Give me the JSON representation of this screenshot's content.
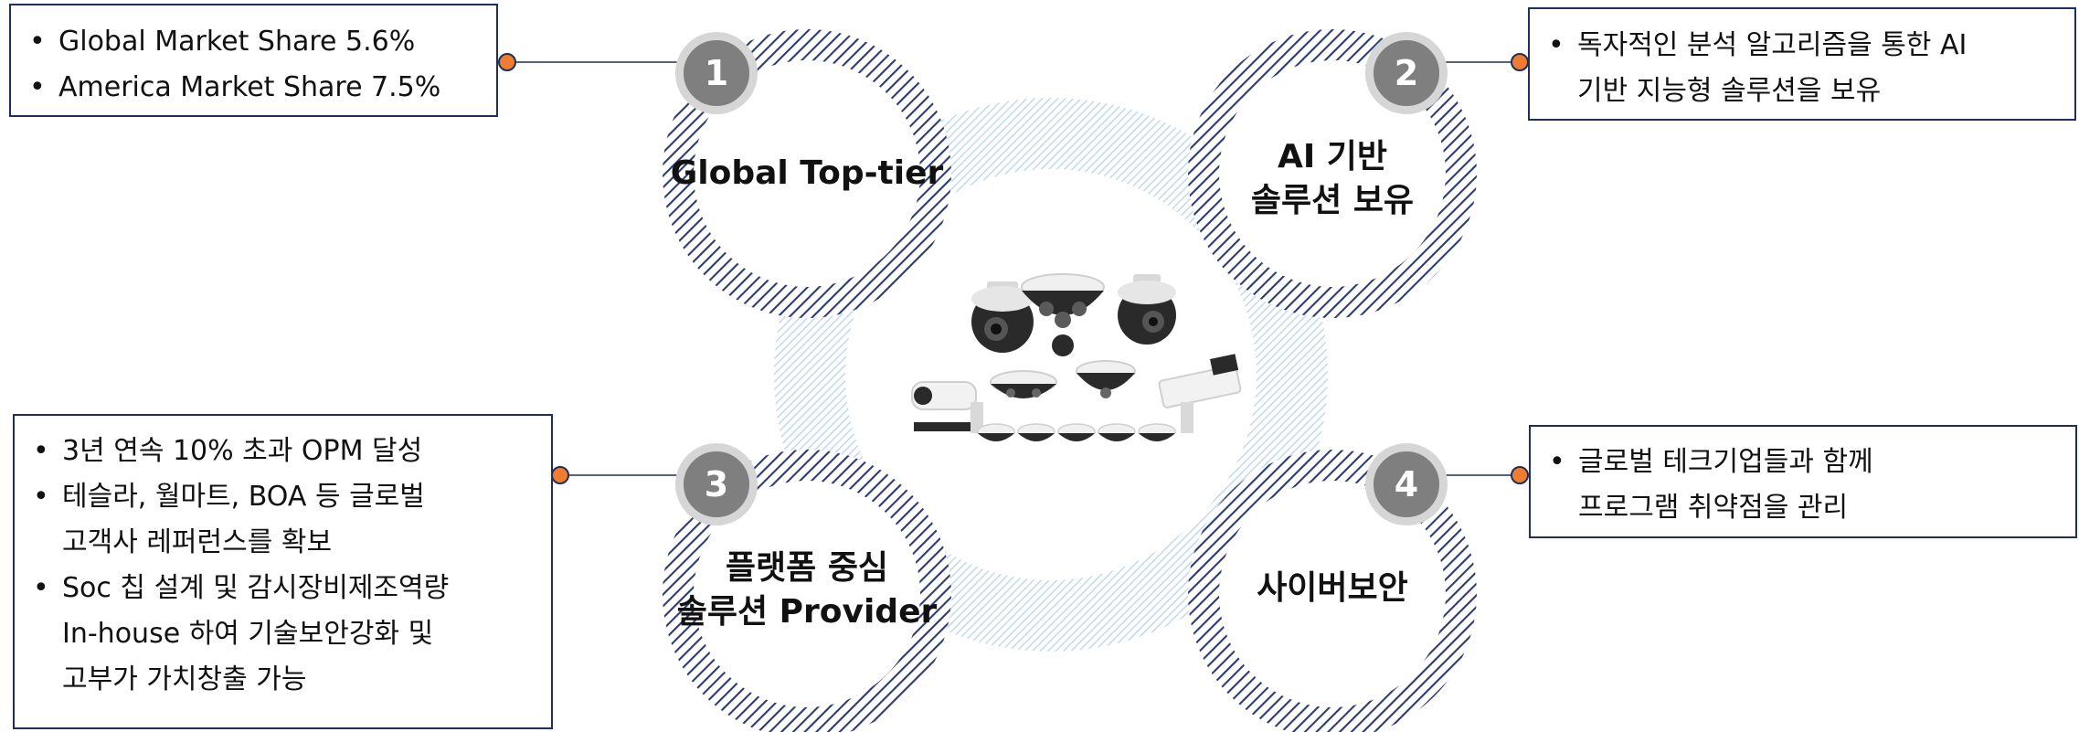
{
  "colors": {
    "ring_hatch": "#2d3c6e",
    "center_hatch": "#b9d4ea",
    "box_border": "#1f2f5a",
    "connector_dot": "#ee7d31",
    "badge_fill": "#7f7f7f",
    "badge_ring": "#d6d6d6"
  },
  "center_image_icon": "cctv-camera-cluster",
  "items": [
    {
      "number": "1",
      "label_lines": [
        "Global Top-tier"
      ],
      "bullets": [
        {
          "lines": [
            "Global Market Share 5.6%"
          ]
        },
        {
          "lines": [
            "America Market Share 7.5%"
          ]
        }
      ]
    },
    {
      "number": "2",
      "label_lines": [
        "AI 기반",
        "솔루션 보유"
      ],
      "bullets": [
        {
          "lines": [
            "독자적인 분석 알고리즘을 통한 AI",
            "기반 지능형 솔루션을 보유"
          ]
        }
      ]
    },
    {
      "number": "3",
      "label_lines": [
        "플랫폼 중심",
        "솔루션 Provider"
      ],
      "bullets": [
        {
          "lines": [
            "3년 연속 10% 초과 OPM 달성"
          ]
        },
        {
          "lines": [
            "테슬라, 월마트, BOA 등 글로벌",
            "고객사 레퍼런스를 확보"
          ]
        },
        {
          "lines": [
            "Soc 칩 설계 및 감시장비제조역량",
            "In-house 하여 기술보안강화 및",
            "고부가 가치창출 가능"
          ]
        }
      ]
    },
    {
      "number": "4",
      "label_lines": [
        "사이버보안"
      ],
      "bullets": [
        {
          "lines": [
            "글로벌 테크기업들과 함께",
            "프로그램 취약점을 관리"
          ]
        }
      ]
    }
  ]
}
